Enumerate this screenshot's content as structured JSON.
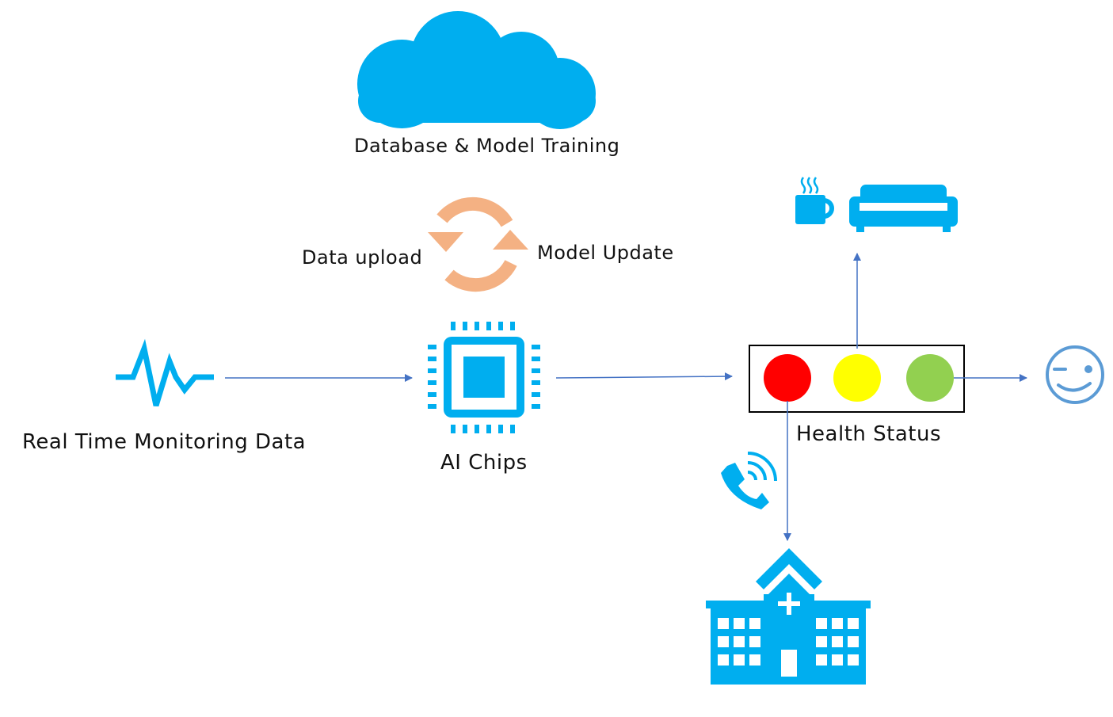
{
  "labels": {
    "cloud": "Database & Model Training",
    "data_upload": "Data upload",
    "model_update": "Model Update",
    "monitoring": "Real Time Monitoring Data",
    "chips": "AI Chips",
    "health_status": "Health Status"
  },
  "colors": {
    "icon_blue": "#00AEEF",
    "sync_orange": "#F4B183",
    "arrow_blue": "#4472C4",
    "status_red": "#FF0000",
    "status_yellow": "#FFFF00",
    "status_green": "#92D050",
    "smiley_blue": "#5B9BD5",
    "border_black": "#000000"
  },
  "icons": [
    "cloud-icon",
    "sync-icon",
    "pulse-icon",
    "chip-icon",
    "coffee-icon",
    "sofa-icon",
    "smiley-icon",
    "phone-icon",
    "hospital-icon"
  ],
  "health_status_levels": [
    "red",
    "yellow",
    "green"
  ]
}
